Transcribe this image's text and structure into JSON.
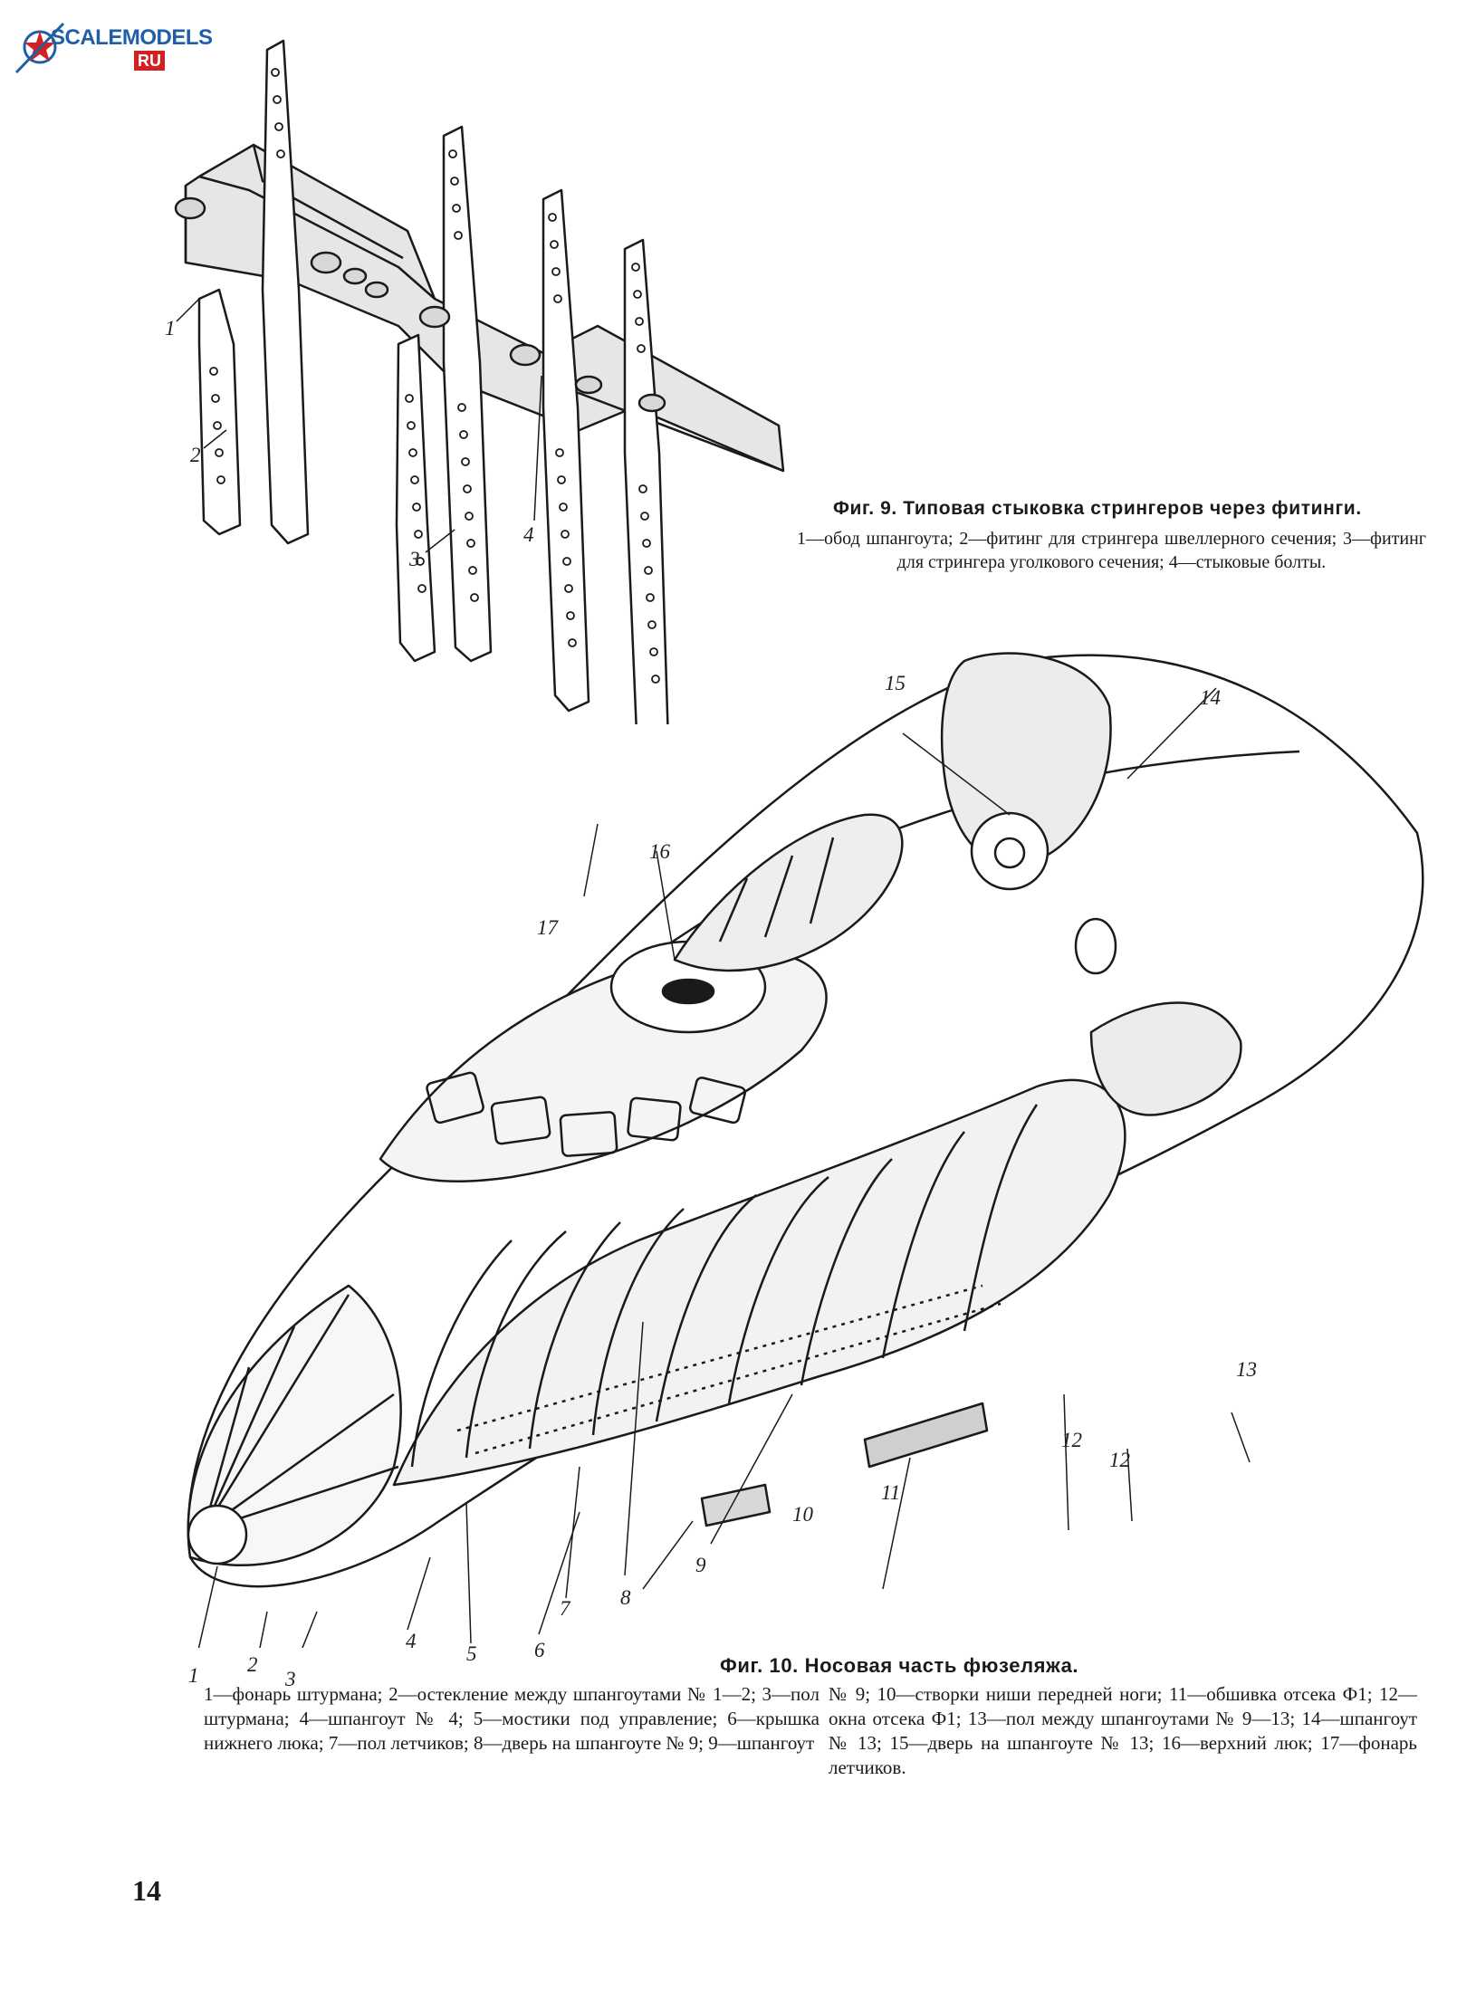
{
  "logo": {
    "text": "SCALEMODELS",
    "suffix": "RU"
  },
  "fig9": {
    "callouts": [
      "1",
      "2",
      "3",
      "4"
    ],
    "title": "Фиг. 9. Типовая стыковка стрингеров через фитинги.",
    "text": "1—обод шпангоута; 2—фитинг для стрингера швеллерного сечения; 3—фитинг для стрингера уголкового сечения; 4—стыковые болты."
  },
  "fig10": {
    "callouts": [
      "1",
      "2",
      "3",
      "4",
      "5",
      "6",
      "7",
      "8",
      "9",
      "10",
      "11",
      "12",
      "12",
      "13",
      "14",
      "15",
      "16",
      "17"
    ],
    "title": "Фиг. 10. Носовая часть фюзеляжа.",
    "text_left": "1—фонарь штурмана; 2—остекление между шпангоутами № 1—2; 3—пол штурмана; 4—шпангоут № 4; 5—мостики под управление; 6—крышка нижнего люка; 7—пол летчиков; 8—дверь на шпангоуте № 9; 9—шпангоут",
    "text_right": "№ 9; 10—створки ниши передней ноги; 11—обшивка отсека Ф1; 12—окна отсека Ф1; 13—пол между шпангоутами № 9—13; 14—шпангоут № 13; 15—дверь на шпангоуте № 13; 16—верхний люк; 17—фонарь летчиков."
  },
  "page_number": "14"
}
